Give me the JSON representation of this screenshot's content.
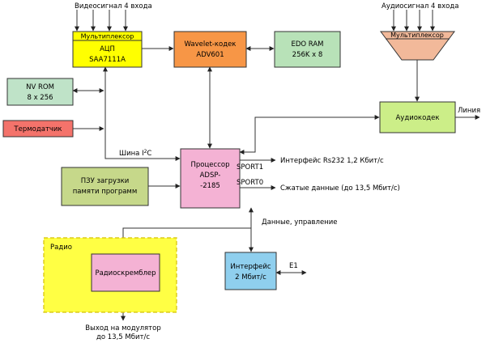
{
  "inputs": {
    "video": "Видеосигнал  4 входа",
    "audio": "Аудиосигнал  4 входа"
  },
  "blocks": {
    "adc": {
      "header": "Мультиплексор",
      "line1": "АЦП",
      "line2": "SAA7111A",
      "fill": "#ffff00"
    },
    "wavelet": {
      "line1": "Wavelet-кодек",
      "line2": "ADV601",
      "fill": "#f79646"
    },
    "edo": {
      "line1": "EDO RAM",
      "line2": "256K x 8",
      "fill": "#b8e2b8"
    },
    "audio_mux": {
      "label": "Мультиплексор",
      "fill": "#f2b99a"
    },
    "audio_codec": {
      "label": "Аудиокодек",
      "fill": "#ccee88"
    },
    "nvrom": {
      "line1": "NV ROM",
      "line2": "8 x 256",
      "fill": "#bfe3c8"
    },
    "thermo": {
      "label": "Термодатчик",
      "fill": "#f4736b"
    },
    "cpu": {
      "line1": "Процессор",
      "line2": "ADSP-",
      "line3": "-2185",
      "fill": "#f4b2d4"
    },
    "boot_rom": {
      "line1": "ПЗУ загрузки",
      "line2": "памяти программ",
      "fill": "#c6d88a"
    },
    "radio_group": {
      "label": "Радио",
      "fill": "#ffff44",
      "border": "#d4c000"
    },
    "scrambler": {
      "label": "Радиоскремблер",
      "fill": "#f4b2d4"
    },
    "iface2m": {
      "line1": "Интерфейс",
      "line2": "2 Мбит/с",
      "fill": "#8fcfee"
    }
  },
  "labels": {
    "line_out": "Линия",
    "i2c_bus": "Шина I",
    "i2c_sup": "2",
    "i2c_end": "C",
    "sport1": "SPORT1",
    "sport0": "SPORT0",
    "rs232": "Интерфейс Rs232 1,2 Кбит/с",
    "compressed": "Сжатые данные (до 13,5 Мбит/с)",
    "data_ctrl": "Данные, управление",
    "e1": "E1",
    "modulator_line1": "Выход на модулятор",
    "modulator_line2": "до 13,5 Мбит/с"
  }
}
